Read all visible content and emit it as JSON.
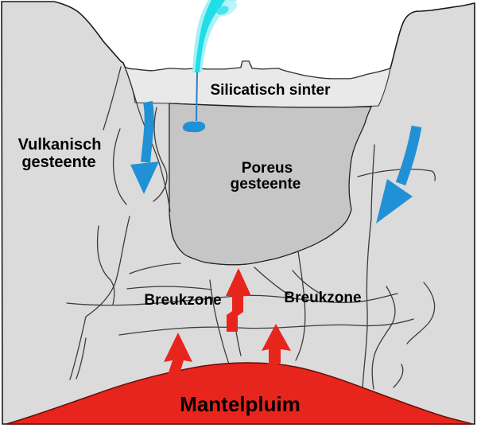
{
  "diagram": {
    "type": "geological cross-section of a geyser / hydrothermal system",
    "language": "Dutch"
  },
  "labels": {
    "sinter_layer": "Silicatisch sinter",
    "volcanic_rock_line1": "Vulkanisch",
    "volcanic_rock_line2": "gesteente",
    "porous_rock_line1": "Poreus",
    "porous_rock_line2": "gesteente",
    "fault_zone_left": "Breukzone",
    "fault_zone_right": "Breukzone",
    "mantle_plume": "Mantelpluim"
  },
  "symbols": {
    "blue_down_arrows": 2,
    "red_up_arrows": 3,
    "geyser_jet": 1,
    "water_pocket": 1
  },
  "colors": {
    "rock_gray": "#dbdbdb",
    "sinter_gray": "#e9e9e9",
    "porous_gray": "#c6c6c6",
    "plume_red": "#e8251d",
    "plume_outline": "#6b100a",
    "water_blue": "#2191d5",
    "geyser_cyan": "#1fdde9",
    "outline_black": "#1a1a1a",
    "fracture_gray": "#3c3c3c"
  }
}
